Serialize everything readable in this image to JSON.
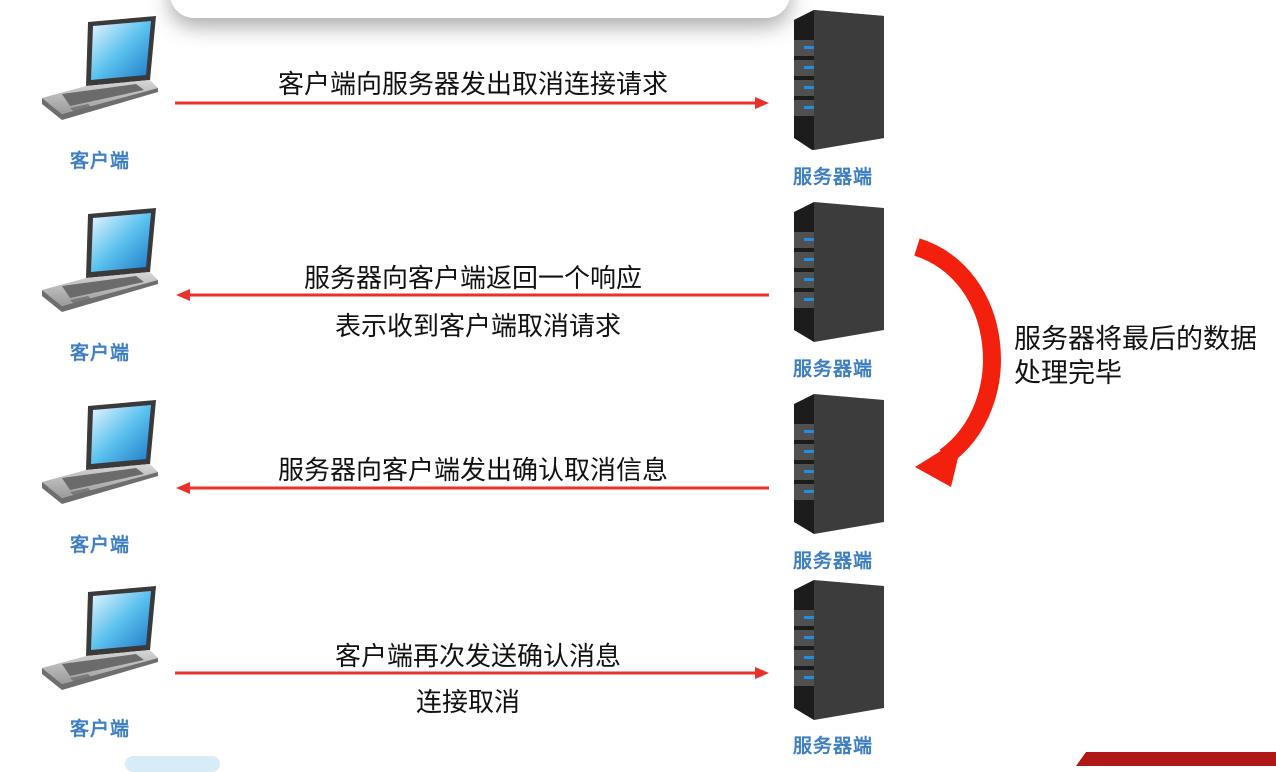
{
  "diagram": {
    "client_label": "客户端",
    "server_label": "服务器端",
    "steps": [
      {
        "line1": "客户端向服务器发出取消连接请求",
        "line2": "",
        "direction": "client-to-server"
      },
      {
        "line1": "服务器向客户端返回一个响应",
        "line2": "表示收到客户端取消请求",
        "direction": "server-to-client"
      },
      {
        "line1": "服务器向客户端发出确认取消信息",
        "line2": "",
        "direction": "server-to-client"
      },
      {
        "line1": "客户端再次发送确认消息",
        "line2": "连接取消",
        "direction": "client-to-server"
      }
    ],
    "note_line1": "服务器将最后的数据",
    "note_line2": "处理完毕",
    "colors": {
      "arrow": "#e8312a",
      "label": "#3d7fc2",
      "curve": "#f2200d"
    }
  }
}
